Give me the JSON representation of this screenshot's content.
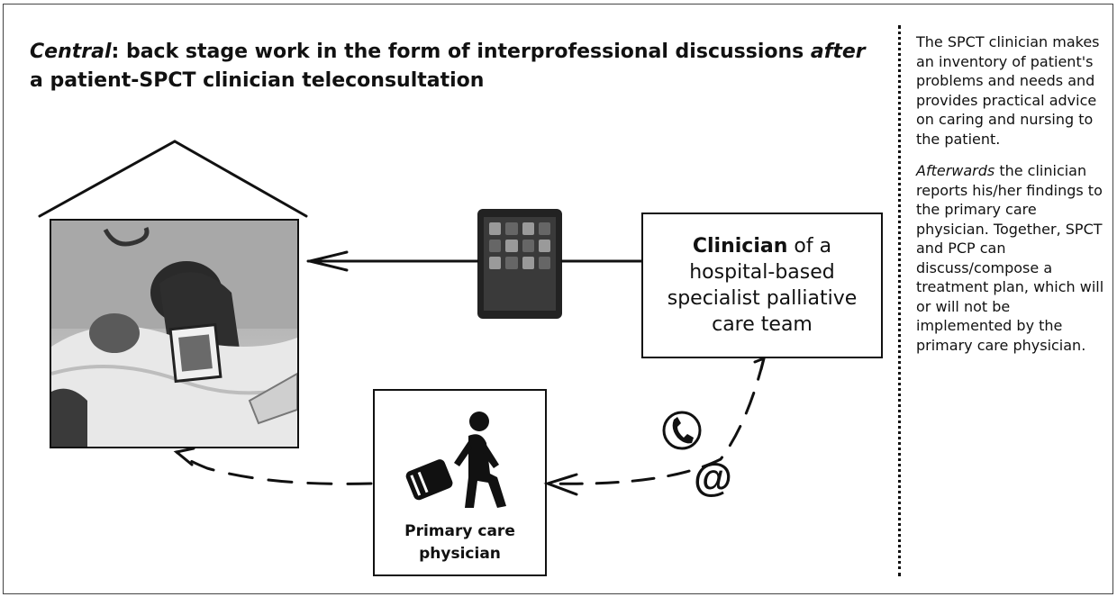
{
  "title": {
    "part1_italic": "Central",
    "part2": ": back stage work in the form of interprofessional discussions ",
    "part3_italic": "after",
    "part4": " a patient-SPCT clinician teleconsultation"
  },
  "clinician_box": {
    "bold": "Clinician",
    "rest_line1": " of a",
    "line2": "hospital-based",
    "line3": "specialist palliative",
    "line4": "care team"
  },
  "pcp_box": {
    "line1": "Primary care",
    "line2": "physician"
  },
  "side_text": {
    "para1": "The SPCT clinician makes an inventory of patient's problems and needs and provides practical advice on caring and nursing to the patient.",
    "para2_italic": "Afterwards",
    "para2_rest": " the clinician reports his/her findings to the primary care physician. Together, SPCT and PCP can discuss/compose a treatment plan, which will or will not be implemented by the primary care physician."
  },
  "icons": {
    "phone": "phone-icon",
    "email": "at-sign-icon",
    "tablet": "tablet-icon",
    "walker": "walking-person-with-suitcase-icon",
    "house": "house-roof-icon",
    "photo": "patient-photo"
  },
  "colors": {
    "line": "#111111",
    "background": "#ffffff"
  }
}
